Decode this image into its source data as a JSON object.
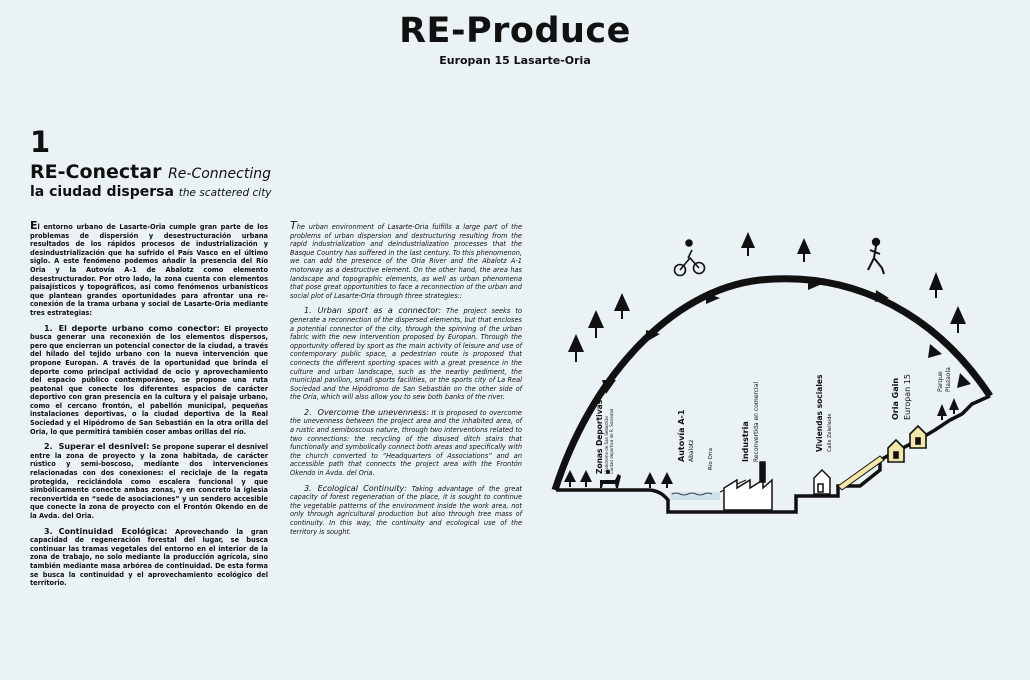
{
  "header": {
    "title": "RE-Produce",
    "subtitle": "Europan 15 Lasarte-Oria"
  },
  "section": {
    "number": "1",
    "heading_es": "RE-Conectar",
    "heading_en": "Re-Connecting",
    "subheading_es": "la ciudad dispersa",
    "subheading_en": "the scattered city"
  },
  "text_es": {
    "intro_drop": "E",
    "intro": "l entorno urbano de Lasarte-Oria cumple gran parte de los problemas de dispersión y desestructuración urbana resultados de los rápidos procesos de industrialización y desindustrialización que ha sufrido el País Vasco en el último siglo. A este fenómeno podemos añadir la presencia del Río Oria y la Autovía A-1 de Abalotz como elemento desestructurador. Por otro lado, la zona cuenta con elementos paisajísticos y topográficos, así como fenómenos urbanísticos que plantean grandes oportunidades para afrontar una re-conexión de la trama urbana y social de Lasarte-Oria mediante tres estrategias:",
    "p1_num": "1.",
    "p1_title": "El deporte urbano como conector:",
    "p1_body": "El proyecto busca generar una reconexión de los elementos dispersos, pero que encierran un potencial conector de la ciudad, a través del hilado del tejido urbano con la nueva intervención que propone Europan. A través de la oportunidad que brinda el deporte como principal actividad de ocio y aprovechamiento del espacio público contemporáneo, se propone una ruta peatonal que conecte los diferentes espacios de carácter deportivo con gran presencia en la cultura y el paisaje urbano, como el cercano frontón, el pabellón municipal, pequeñas instalaciones deportivas, o la ciudad deportiva de la Real Sociedad y el Hipódromo de San Sebastián en la otra orilla del Oria, lo que permitirá también coser ambas orillas del río.",
    "p2_num": "2.",
    "p2_title": "Superar el desnivel:",
    "p2_body": "Se propone superar el desnivel entre la zona de proyecto y la zona habitada, de carácter rústico y semi-boscoso, mediante dos intervenciones relacionadas con dos conexiones: el reciclaje de la regata protegida, reciclándola como escalera funcional y que simbólicamente conecte ambas zonas, y en concreto la iglesia reconvertida en “sede de asociaciones” y un sendero accesible que conecte la zona de proyecto con el Frontón Okendo en de la Avda. del Oria.",
    "p3_num": "3.",
    "p3_title": "Continuidad Ecológica:",
    "p3_body": "Aprovechando la gran capacidad de regeneración forestal del lugar, se busca continuar las tramas vegetales del entorno en el interior de la zona de trabajo, no solo mediante la producción agrícola, sino también mediante masa arbórea de continuidad. De esta forma se busca la continuidad y el aprovechamiento ecológico del territorio."
  },
  "text_en": {
    "intro_drop": "T",
    "intro": "he urban environment of Lasarte-Oria fulfills a large part of the problems of urban dispersion and destructuring resulting from the rapid industrialization and deindustrialization processes that the Basque Country has suffered in the last century. To this phenomenon, we can add the presence of the Oria River and the Abalotz A-1 motorway as a destructive element. On the other hand, the area has landscape and topographic elements, as well as urban phenomena that pose great opportunities to face a reconnection of the urban and social plot of Lasarte-Oria through three strategies::",
    "p1_num": "1.",
    "p1_title": "Urban sport as a connector:",
    "p1_body": "The project seeks to generate a reconnection of the dispersed elements, but that encloses a potential connector of the city, through the spinning of the urban fabric with the new intervention proposed by Europan. Through the opportunity offered by sport as the main activity of leisure and use of contemporary public space, a pedestrian route is proposed that connects the different sporting spaces with a great presence in the culture and urban landscape, such as the nearby pediment, the municipal pavilion, small sports facilities, or the sports city of La Real Sociedad and the Hipódromo de San Sebastián on the other side of the Oria, which will also allow you to sew both banks of the river.",
    "p2_num": "2.",
    "p2_title": "Overcome the unevenness:",
    "p2_body": "It is proposed to overcome the unevenness between the project area and the inhabited area, of a rustic and semiboscous nature, through two interventions related to two connections: the recycling of the disused ditch stairs that functionally and symbolically connect both areas and specifically with the church converted to “Headquarters of Associations” and an accessible path that connects the project area with the Frontón Okendo in Avda. del Oria.",
    "p3_num": "3.",
    "p3_title": "Ecological Continuity:",
    "p3_body": "Taking advantage of the great capacity of forest regeneration of the place, it is sought to continue the vegetable patterns of the environment inside the work area, not only through agricultural production but also through tree mass of continuity. In this way, the continuity and ecological use of the territory is sought."
  },
  "diagram": {
    "zonas": {
      "title": "Zonas Deportivas",
      "line1": "Hipódromo de San Sebastián",
      "line2": "Ciudad deportiva de R. Sociedad"
    },
    "autovia": {
      "title": "Autovía A-1",
      "line1": "Abalotz",
      "line2": "Río Oria"
    },
    "industria": {
      "title": "Industria",
      "line1": "Reconvertida en comercial"
    },
    "viviendas": {
      "title": "Viviendas sociales",
      "line1": "Calle Zeleilaide"
    },
    "oria": {
      "title": "Oria Gain",
      "line1": "Europan 15"
    },
    "parque": {
      "line1": "Parque",
      "line2": "Plazaola"
    }
  }
}
